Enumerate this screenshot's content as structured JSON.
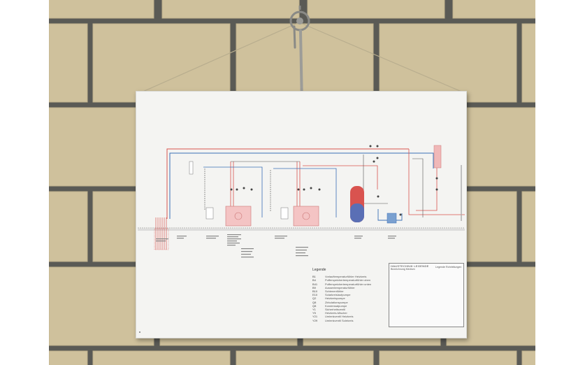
{
  "scene": {
    "description_colors": {
      "wall_brick": "#cfc19c",
      "mortar": "#5a5a55",
      "board": "#f4f4f2",
      "pipe_red": "#d9534f",
      "pipe_blue": "#3a6fb5",
      "tank_pink": "#f0b8b8"
    }
  },
  "schematic": {
    "legend": {
      "title": "Legende",
      "items": [
        {
          "code": "B1",
          "label": "Vorlauftemperaturfühler Heizkreis"
        },
        {
          "code": "B4",
          "label": "Pufferspeichertemperaturfühler oben"
        },
        {
          "code": "B41",
          "label": "Pufferspeichertemperaturfühler unten"
        },
        {
          "code": "B9",
          "label": "Aussentemperaturfühler"
        },
        {
          "code": "B10",
          "label": "Schienenfühler"
        },
        {
          "code": "E10",
          "label": "Solarkreislaufpumpe"
        },
        {
          "code": "Q2",
          "label": "Heizkreispumpe"
        },
        {
          "code": "Q8",
          "label": "Zirkulationspumpe"
        },
        {
          "code": "Q8",
          "label": "Kondensatpumpe"
        },
        {
          "code": "Y1",
          "label": "Sicherheitsventil"
        },
        {
          "code": "Y5",
          "label": "Heizkreis-Mischer"
        },
        {
          "code": "Y21",
          "label": "Umlenkventil Heizkreis"
        },
        {
          "code": "Y29",
          "label": "Umlenkventil Solekreis"
        }
      ]
    },
    "title_block": {
      "company": "HAUSTECHNIK LEGENDE",
      "subtitle": "Bezeichnung Medium",
      "legend_title": "Legende Rohrleitungen"
    }
  }
}
